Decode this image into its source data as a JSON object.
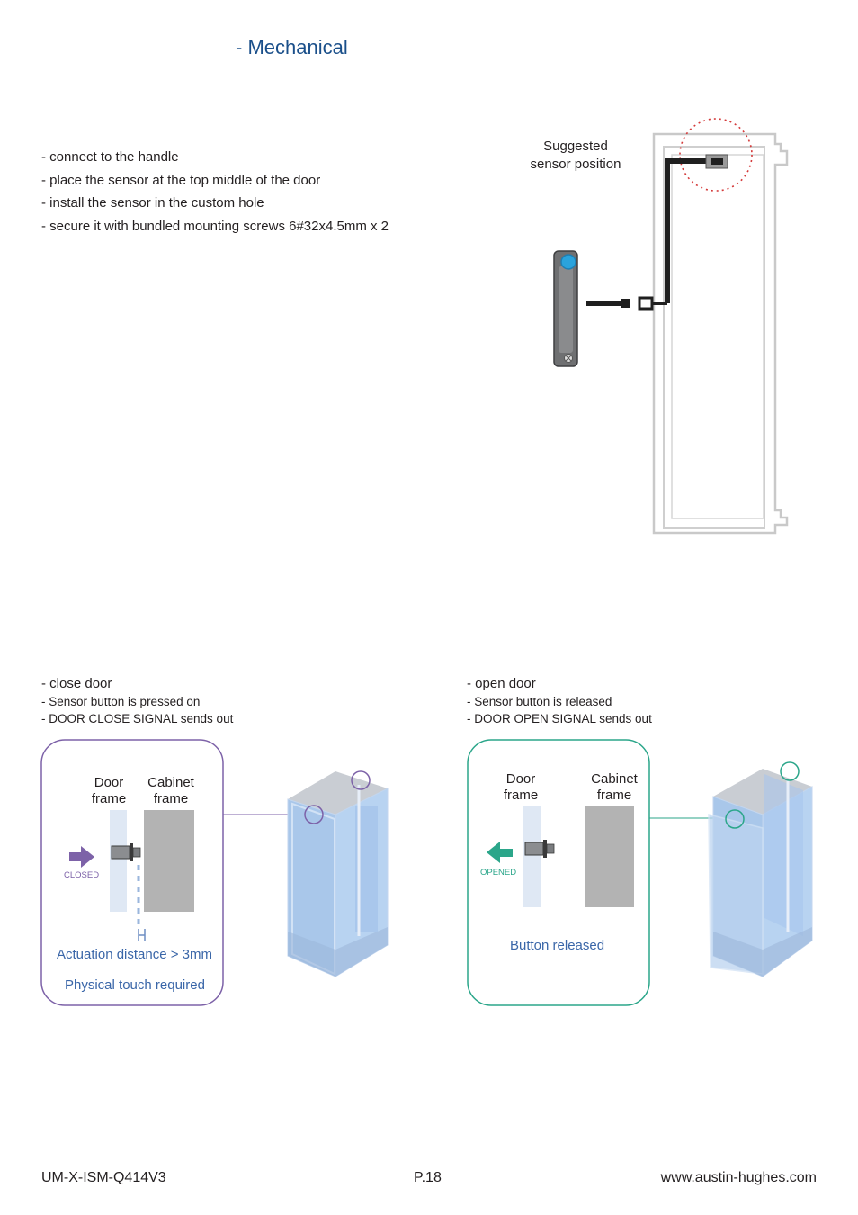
{
  "header": {
    "title": "- Mechanical"
  },
  "install": {
    "steps": [
      "-  connect to the handle",
      "-  place the sensor at the top middle of the door",
      "-  install the sensor in the custom hole",
      "-  secure it with bundled mounting screws 6#32x4.5mm x 2"
    ],
    "callout_line1": "Suggested",
    "callout_line2": "sensor position"
  },
  "closed_panel": {
    "heading": "-  close door",
    "line1": "-  Sensor button is pressed on",
    "line2": "-  DOOR CLOSE SIGNAL sends out",
    "door_frame_1": "Door",
    "door_frame_2": "frame",
    "cabinet_frame_1": "Cabinet",
    "cabinet_frame_2": "frame",
    "state_label": "CLOSED",
    "caption1": "Actuation distance > 3mm",
    "caption2": "Physical touch required",
    "accent": "#7d62a8"
  },
  "opened_panel": {
    "heading": "-  open door",
    "line1": "-  Sensor button is released",
    "line2": "-  DOOR OPEN SIGNAL sends out",
    "door_frame_1": "Door",
    "door_frame_2": "frame",
    "cabinet_frame_1": "Cabinet",
    "cabinet_frame_2": "frame",
    "state_label": "OPENED",
    "caption1": "Button released",
    "accent": "#2ba68a"
  },
  "footer": {
    "doc_id": "UM-X-ISM-Q414V3",
    "page": "P.18",
    "website": "www.austin-hughes.com"
  }
}
